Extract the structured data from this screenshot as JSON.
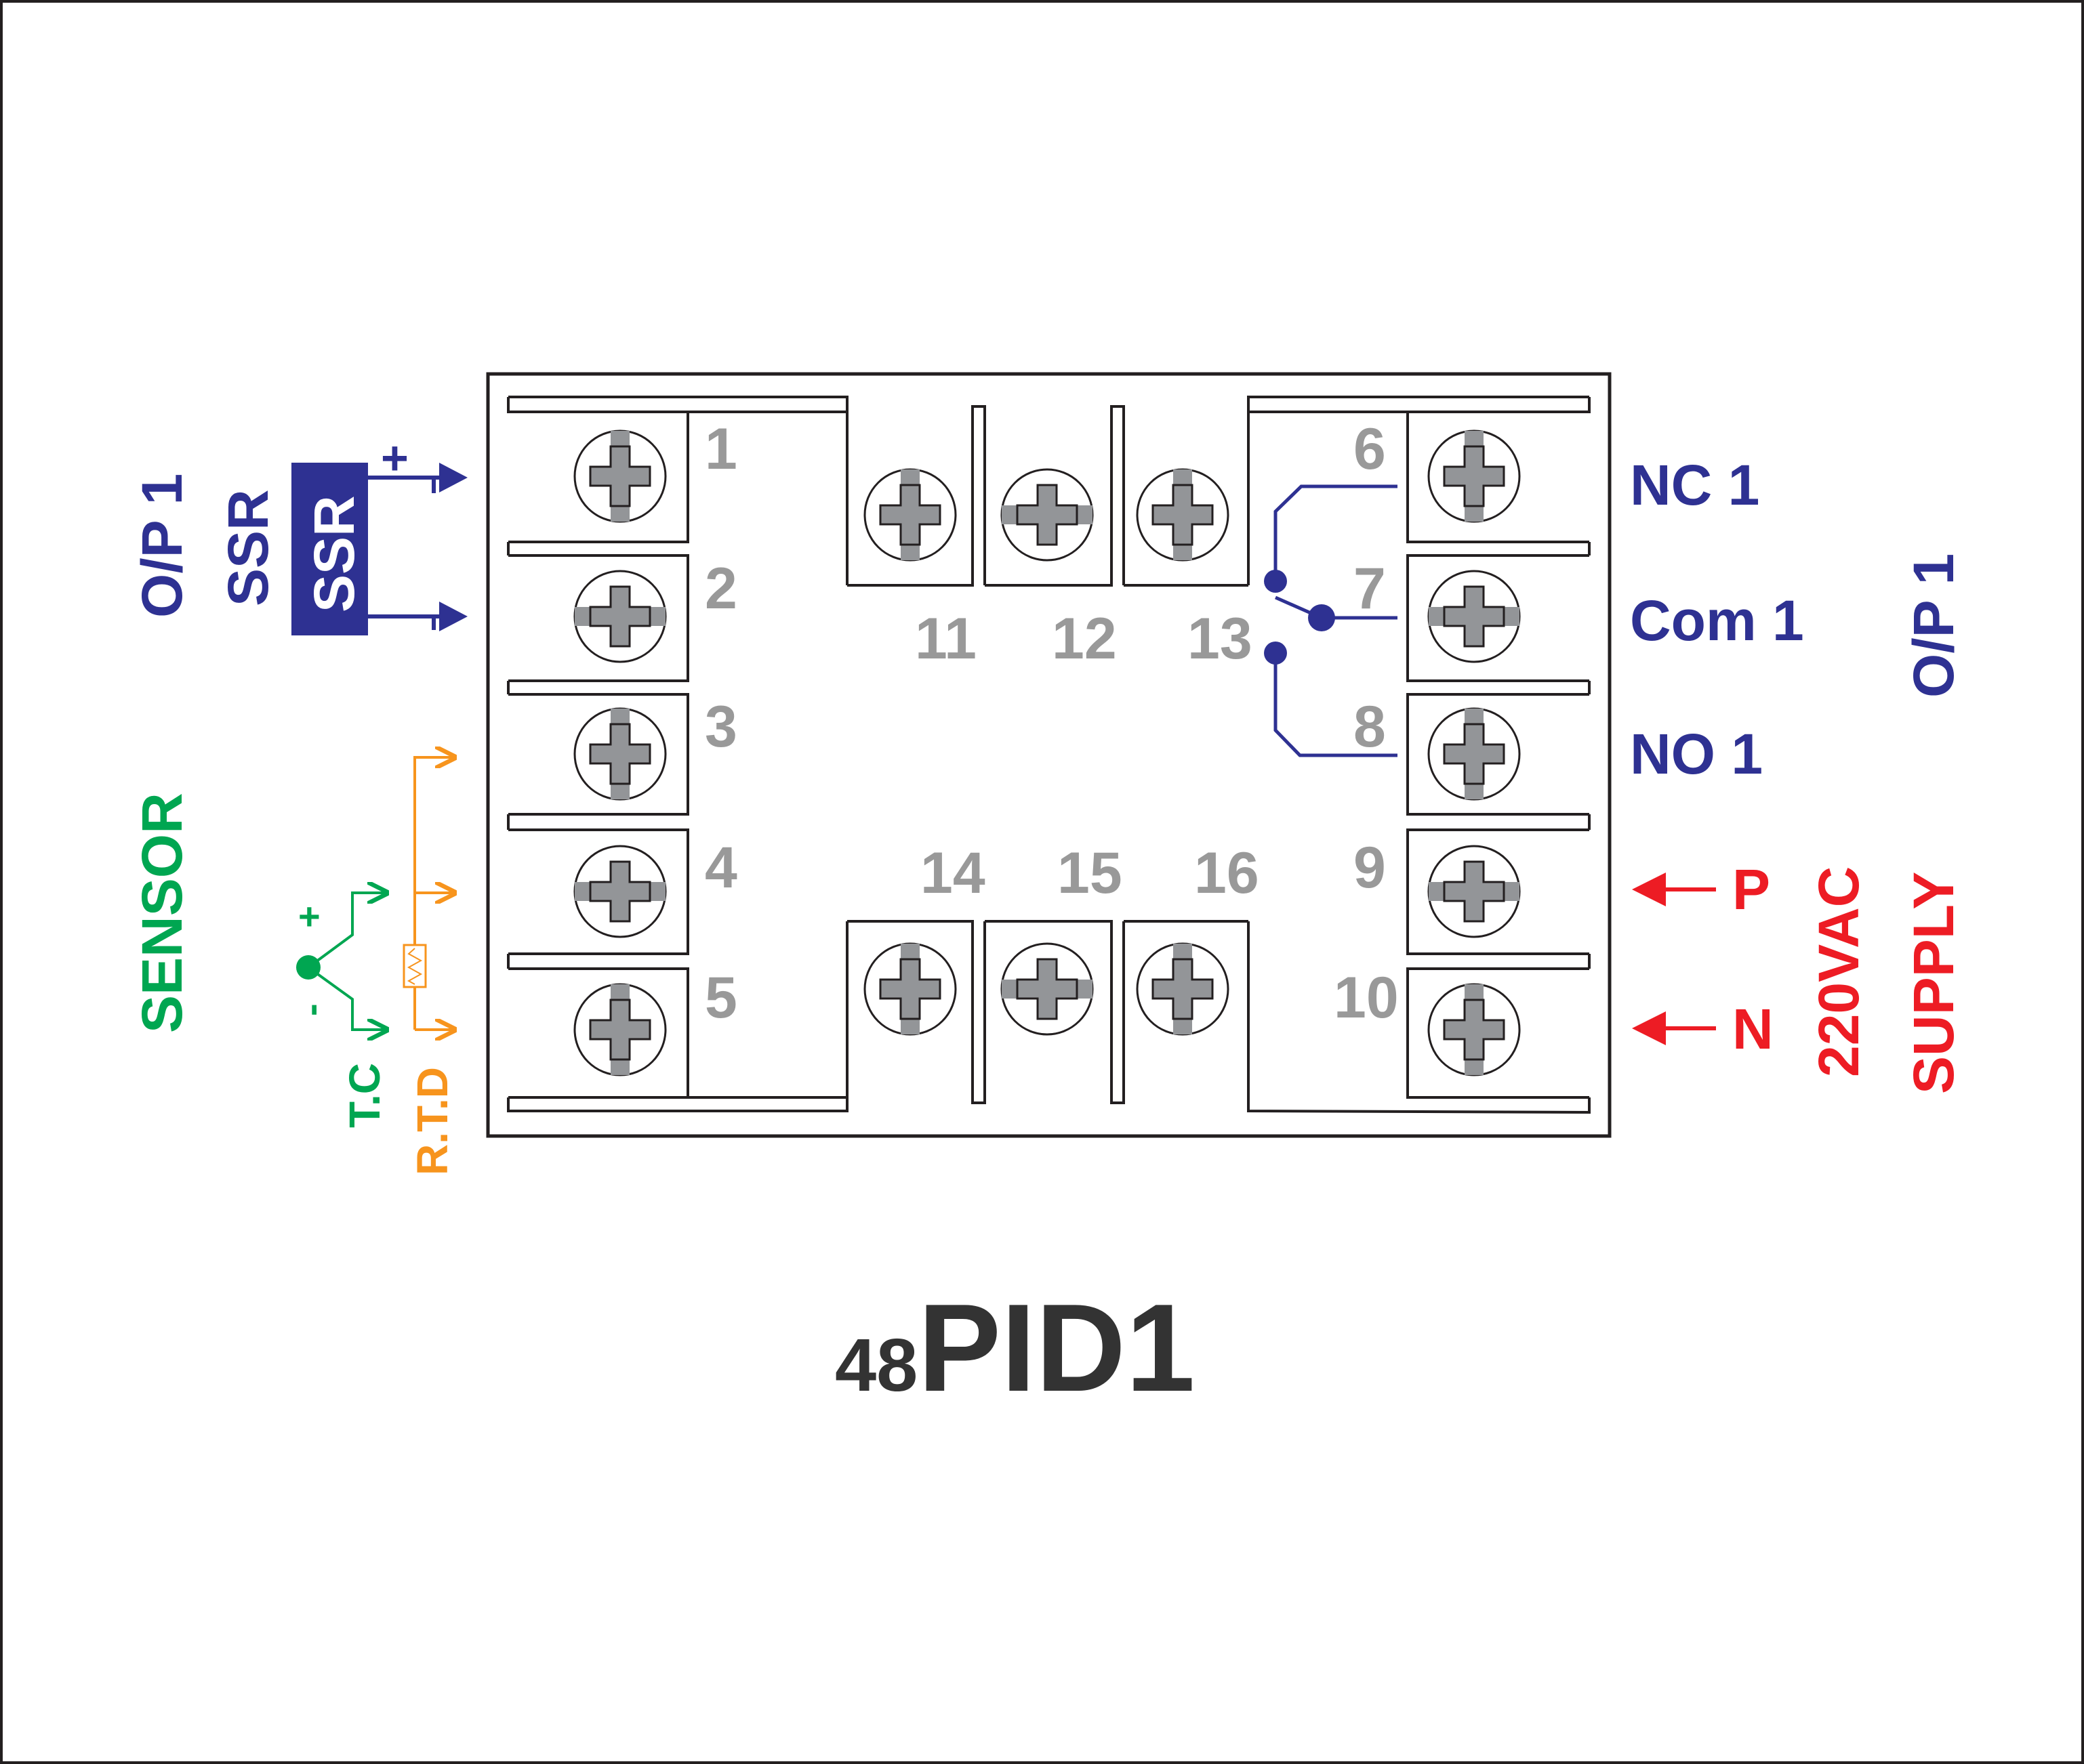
{
  "title": {
    "prefix": "48",
    "main": "PID1"
  },
  "terminal_numbers": [
    "1",
    "2",
    "3",
    "4",
    "5",
    "6",
    "7",
    "8",
    "9",
    "10",
    "11",
    "12",
    "13",
    "14",
    "15",
    "16"
  ],
  "left_labels": {
    "op1": "O/P 1",
    "ssr_caption": "SSR",
    "ssr_box": "SSR",
    "plus": "+",
    "minus": "-",
    "sensor": "SENSOR",
    "tc_plus": "+",
    "tc_minus": "-",
    "tc": "T.C",
    "rtd": "R.T.D"
  },
  "right_labels": {
    "nc1": "NC 1",
    "com1": "Com 1",
    "no1": "NO 1",
    "op1": "O/P 1",
    "p": "P",
    "n": "N",
    "voltage": "220VAC",
    "supply": "SUPPLY"
  },
  "colors": {
    "output": "#2e3192",
    "supply": "#ed1c24",
    "tc": "#00a651",
    "rtd": "#f7941d",
    "terminal_number": "#999999",
    "screw": "#939598",
    "title": "#333333"
  }
}
